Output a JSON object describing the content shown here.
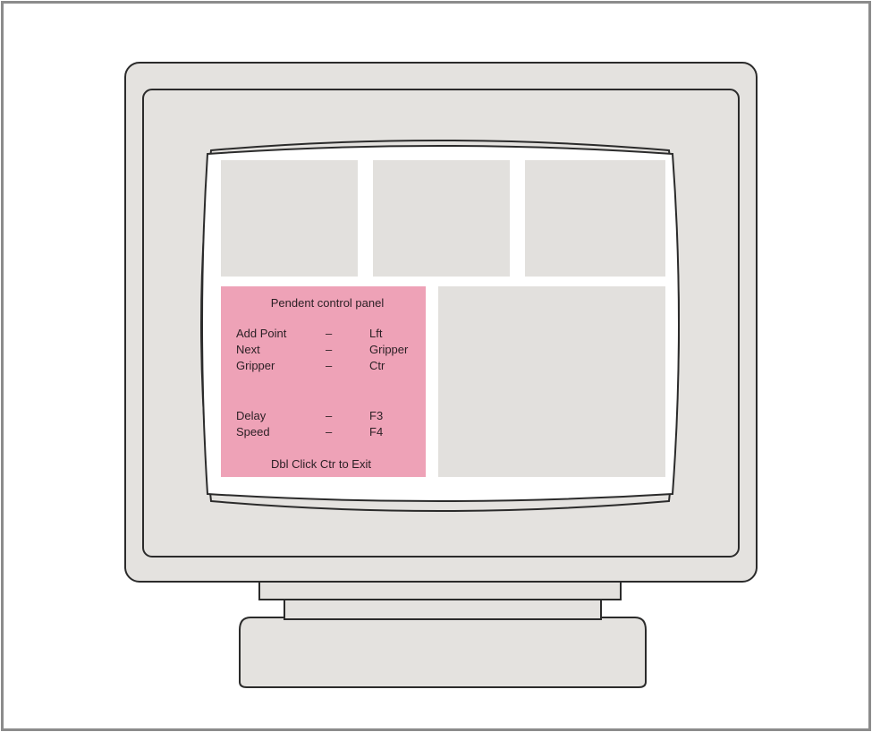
{
  "colors": {
    "housing": "#e4e2df",
    "screen": "#ffffff",
    "window": "#e2e0dd",
    "control_panel": "#eea2b7",
    "outline": "#2b2b2b",
    "frame": "#8c8c8c"
  },
  "control_panel": {
    "title": "Pendent control panel",
    "group1": [
      {
        "action": "Add Point",
        "sep": "–",
        "key": "Lft"
      },
      {
        "action": "Next",
        "sep": "–",
        "key": "Gripper"
      },
      {
        "action": "Gripper",
        "sep": "–",
        "key": "Ctr"
      }
    ],
    "group2": [
      {
        "action": "Delay",
        "sep": "–",
        "key": "F3"
      },
      {
        "action": "Speed",
        "sep": "–",
        "key": "F4"
      }
    ],
    "footer": "Dbl Click Ctr to Exit"
  }
}
